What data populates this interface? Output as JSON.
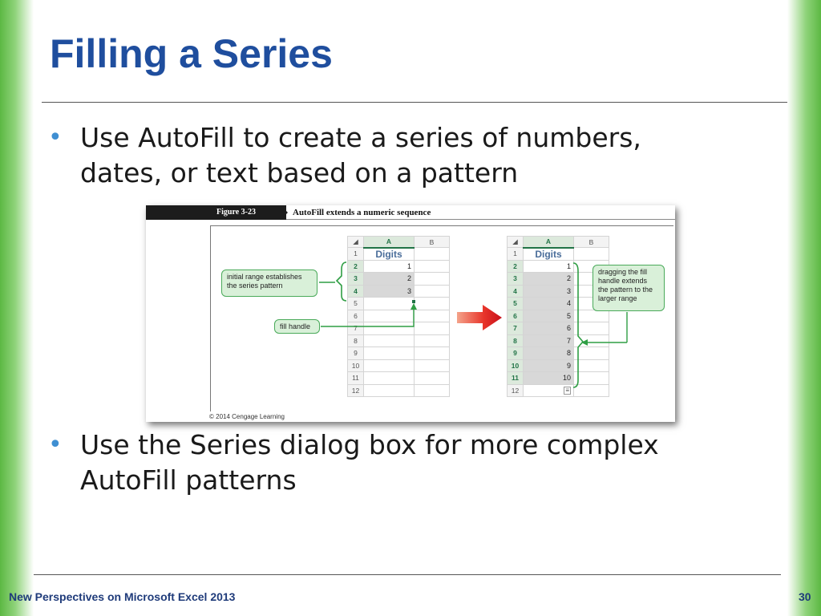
{
  "slide": {
    "title": "Filling a Series",
    "bullets": [
      {
        "text": "Use AutoFill to create a series of numbers, dates, or text based on a pattern"
      },
      {
        "text": "Use the Series dialog box for more complex AutoFill patterns"
      }
    ],
    "footer": {
      "left": "New Perspectives on Microsoft Excel 2013",
      "page": "30"
    },
    "accent": "#1f4e9e",
    "bar_color": "#5cb843"
  },
  "figure": {
    "label": "Figure 3-23",
    "caption": "AutoFill extends a numeric sequence",
    "copyright": "© 2014 Cengage Learning",
    "col_a": "A",
    "col_b": "B",
    "header_cell": "Digits",
    "left_sheet": {
      "rows": [
        "1",
        "2",
        "3",
        "4",
        "5",
        "6",
        "7",
        "8",
        "9",
        "10",
        "11",
        "12"
      ],
      "values": [
        "1",
        "2",
        "3"
      ]
    },
    "right_sheet": {
      "rows": [
        "1",
        "2",
        "3",
        "4",
        "5",
        "6",
        "7",
        "8",
        "9",
        "10",
        "11",
        "12"
      ],
      "values": [
        "1",
        "2",
        "3",
        "4",
        "5",
        "6",
        "7",
        "8",
        "9",
        "10"
      ]
    },
    "callouts": {
      "initial_range": "initial range establishes the series pattern",
      "fill_handle": "fill handle",
      "dragging": "dragging the fill handle extends the pattern to the larger range"
    }
  }
}
